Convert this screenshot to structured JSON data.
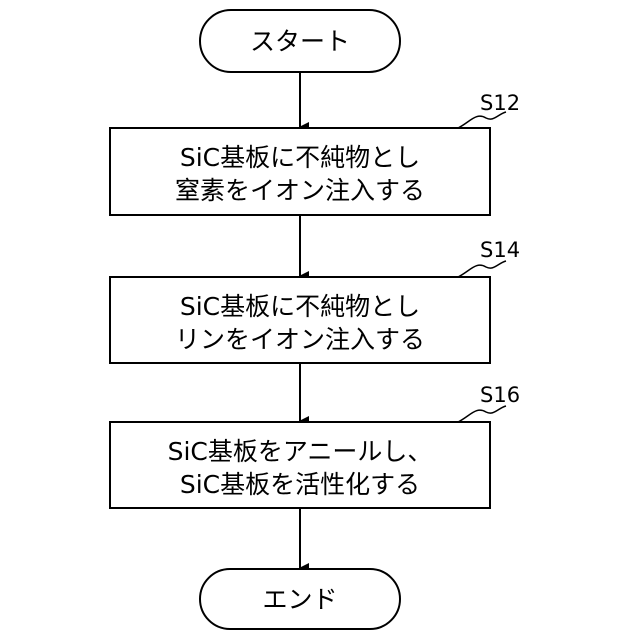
{
  "start": {
    "label": "スタート"
  },
  "steps": [
    {
      "id": "S12",
      "lines": [
        "SiC基板に不純物とし",
        "窒素をイオン注入する"
      ]
    },
    {
      "id": "S14",
      "lines": [
        "SiC基板に不純物とし",
        "リンをイオン注入する"
      ]
    },
    {
      "id": "S16",
      "lines": [
        "SiC基板をアニールし、",
        "SiC基板を活性化する"
      ]
    }
  ],
  "end": {
    "label": "エンド"
  }
}
